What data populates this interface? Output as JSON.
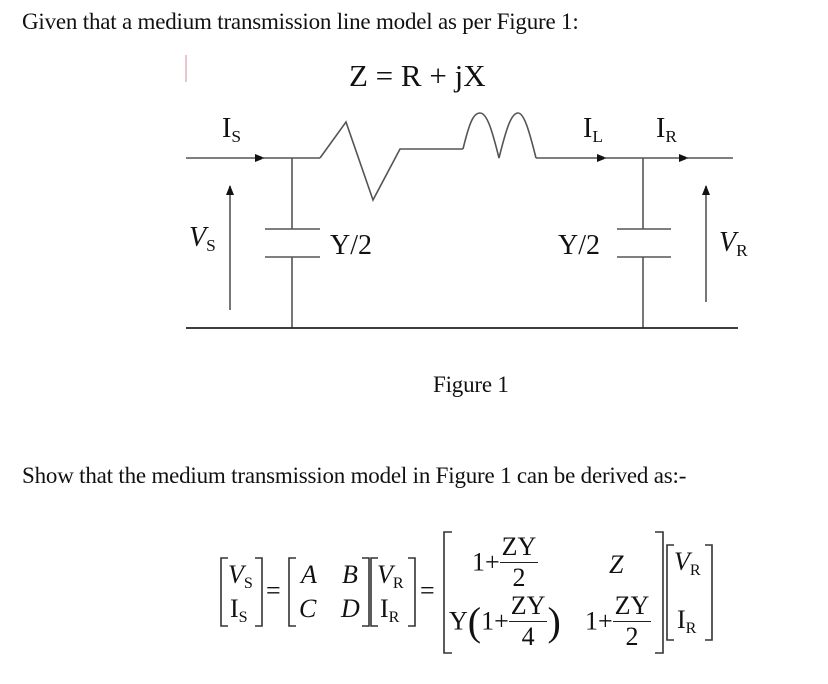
{
  "document": {
    "intro_text": "Given that a medium transmission line model as per Figure 1:",
    "question_text": "Show that the medium transmission model in Figure 1 can be derived as:-"
  },
  "figure": {
    "impedance_label": "Z = R + jX",
    "current_source_label": "I",
    "current_source_sub": "S",
    "current_line_label": "I",
    "current_line_sub": "L",
    "current_receive_label": "I",
    "current_receive_sub": "R",
    "voltage_source_label": "V",
    "voltage_source_sub": "S",
    "voltage_receive_label": "V",
    "voltage_receive_sub": "R",
    "shunt_left_label": "Y/2",
    "shunt_right_label": "Y/2",
    "caption": "Figure 1"
  },
  "equation": {
    "lhs_vs": "V",
    "lhs_vs_sub": "S",
    "lhs_is": "I",
    "lhs_is_sub": "S",
    "abcd": {
      "a": "A",
      "b": "B",
      "c": "C",
      "d": "D"
    },
    "vr": "V",
    "vr_sub": "R",
    "ir": "I",
    "ir_sub": "R",
    "equals": "=",
    "m11_prefix": "1+",
    "m11_num": "ZY",
    "m11_den": "2",
    "m12": "Z",
    "m21_prefix": "Y",
    "m21_inner": "1+",
    "m21_num": "ZY",
    "m21_den": "4",
    "m22_prefix": "1+",
    "m22_num": "ZY",
    "m22_den": "2"
  }
}
